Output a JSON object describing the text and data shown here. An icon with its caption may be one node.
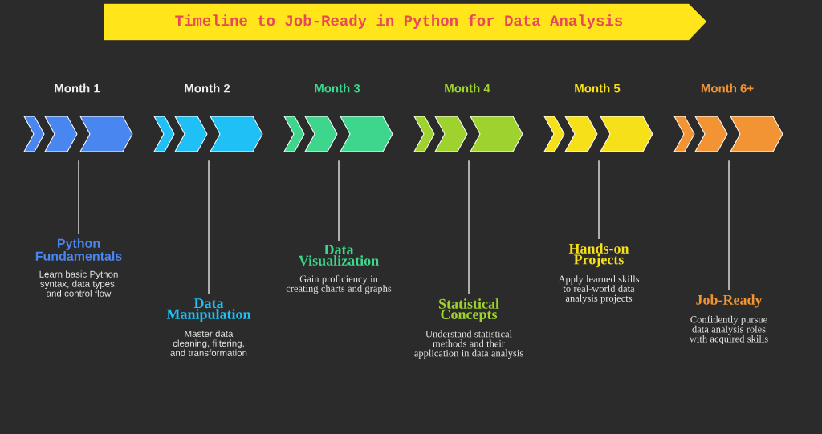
{
  "diagram": {
    "title": "Timeline to Job-Ready in Python for Data Analysis",
    "nodes": [
      {
        "text": [],
        "shape": "chevron",
        "beside": [
          "Month 1"
        ]
      },
      {
        "text": [],
        "shape": "chevron",
        "beside": [
          "Month 2"
        ]
      },
      {
        "text": [],
        "shape": "chevron",
        "beside": [
          "Month 3"
        ]
      },
      {
        "text": [],
        "shape": "chevron",
        "beside": [
          "Month 4"
        ]
      },
      {
        "text": [],
        "shape": "chevron",
        "beside": [
          "Month 5"
        ]
      },
      {
        "text": [],
        "shape": "chevron",
        "beside": [
          "Month 6+"
        ]
      },
      {
        "text": [
          "Python Fundamentals",
          "Learn basic Python syntax, data types, and control flow"
        ]
      },
      {
        "text": [
          "Data Manipulation",
          "Master data cleaning, filtering, and transformation"
        ]
      },
      {
        "text": [
          "Data Visualization",
          "Gain proficiency in creating charts and graphs"
        ]
      },
      {
        "text": [
          "Statistical Concepts",
          "Understand statistical methods and their application in data analysis"
        ]
      },
      {
        "text": [
          "Hands-on Projects",
          "Apply learned skills to real-world data analysis projects"
        ]
      },
      {
        "text": [
          "Job-Ready",
          "Confidently pursue data analysis roles with acquired skills"
        ]
      }
    ],
    "edges": [
      {
        "from": 0,
        "to": 6,
        "arrow": "none"
      },
      {
        "from": 1,
        "to": 7,
        "arrow": "none"
      },
      {
        "from": 2,
        "to": 8,
        "arrow": "none"
      },
      {
        "from": 3,
        "to": 9,
        "arrow": "none"
      },
      {
        "from": 4,
        "to": 10,
        "arrow": "none"
      },
      {
        "from": 5,
        "to": 11,
        "arrow": "none"
      }
    ]
  }
}
